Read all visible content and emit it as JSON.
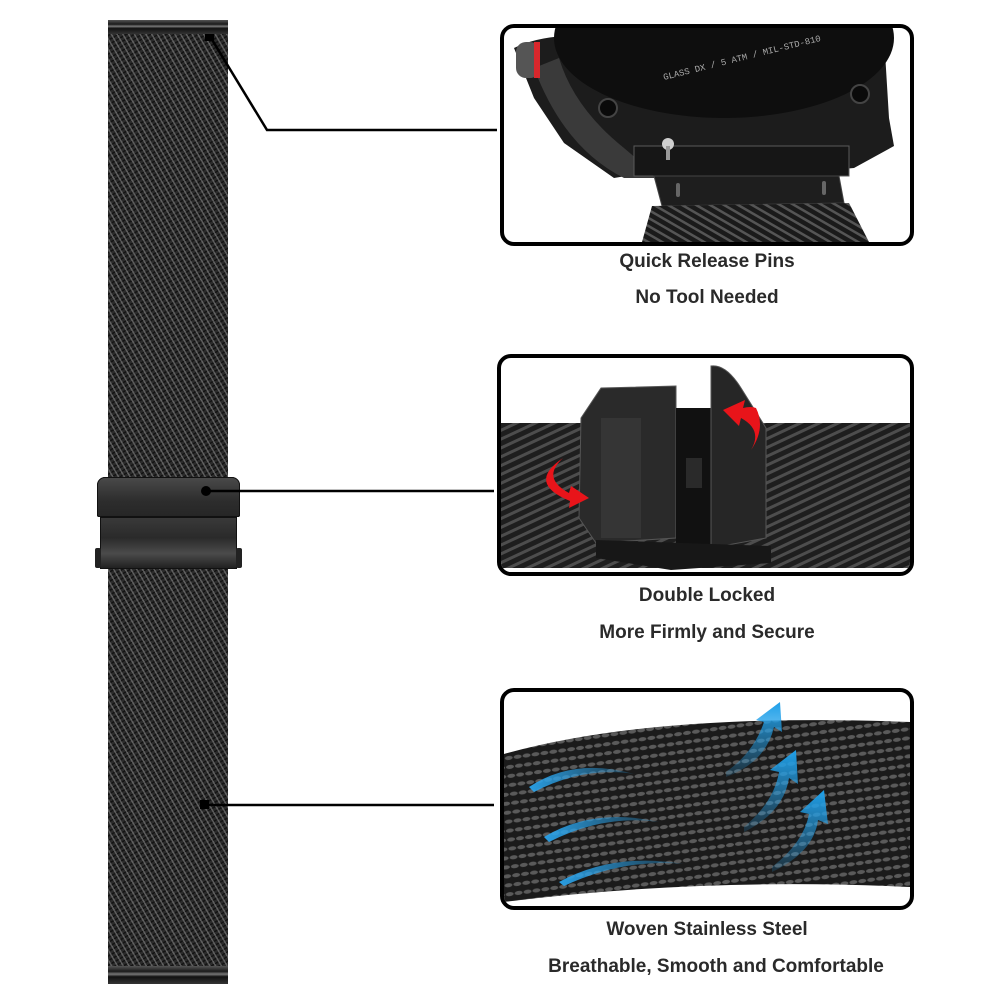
{
  "features": [
    {
      "id": "quick-release",
      "title": "Quick Release Pins",
      "subtitle": "No Tool Needed",
      "photo_text": "GLASS DX / 5 ATM / MIL-STD-810"
    },
    {
      "id": "double-lock",
      "title": "Double Locked",
      "subtitle": "More Firmly and Secure"
    },
    {
      "id": "woven-steel",
      "title": "Woven Stainless Steel",
      "subtitle": "Breathable, Smooth and Comfortable"
    }
  ],
  "colors": {
    "strap": "#2b2b2b",
    "caption_text": "#2a2a2a",
    "panel_border": "#000000",
    "arrow_red": "#e8141a",
    "arrow_blue": "#2aa4ec"
  },
  "icons": {
    "red_arrow": "curved-arrow-red",
    "blue_arrow": "airflow-arrow-blue"
  }
}
